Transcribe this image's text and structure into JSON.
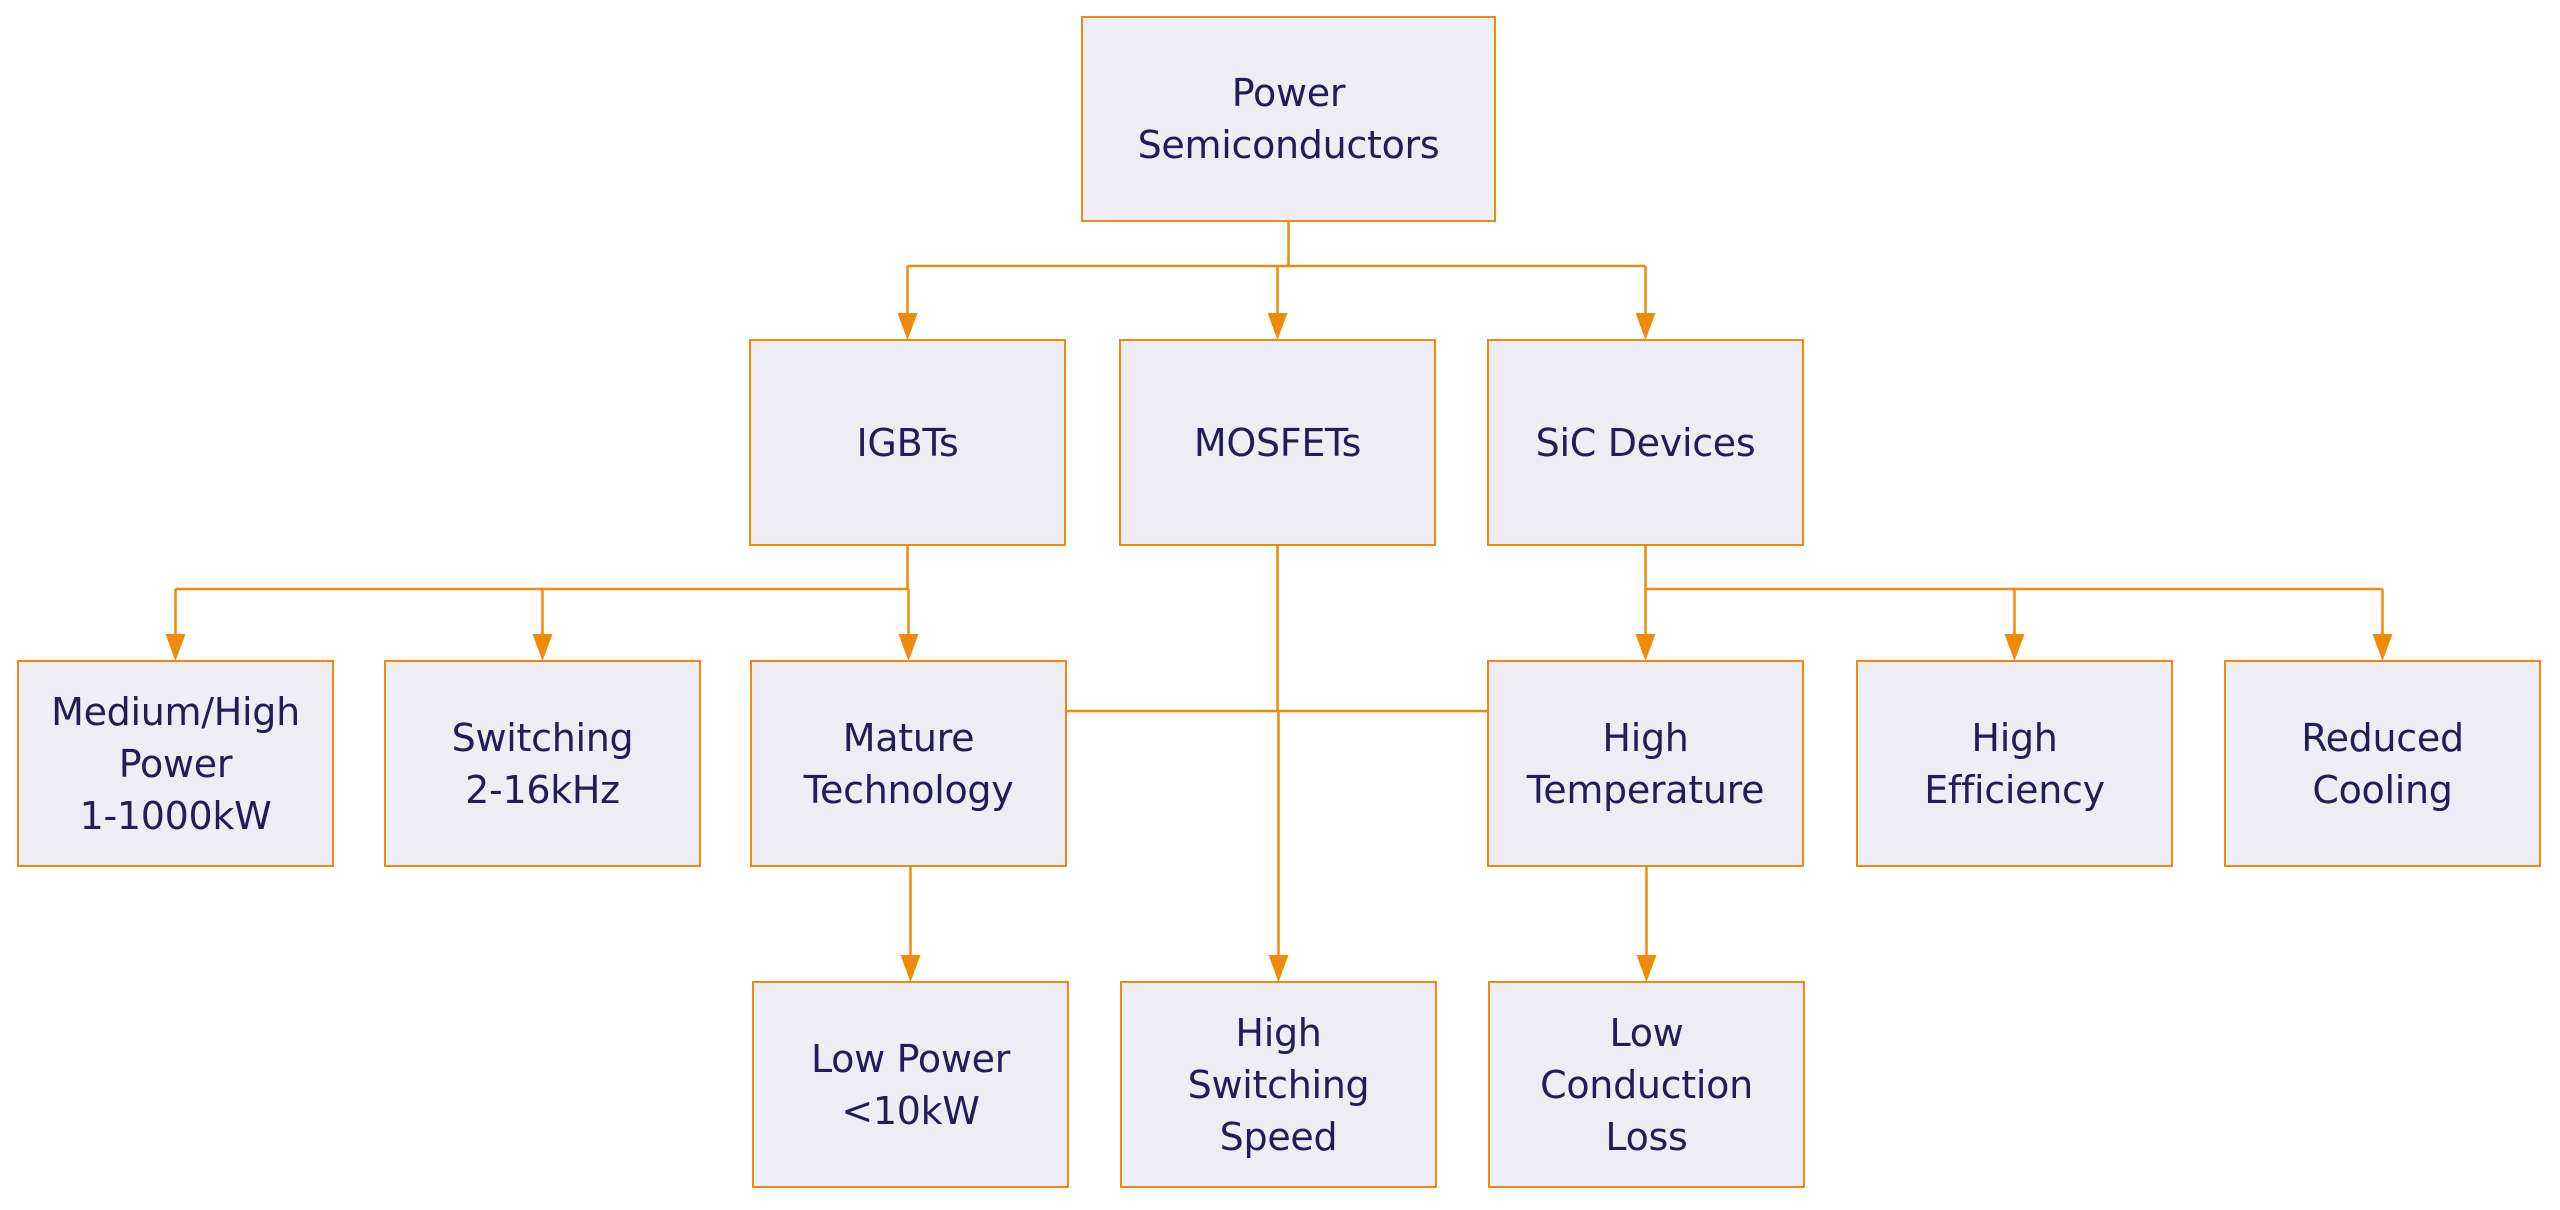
{
  "diagram": {
    "title": "Power Semiconductors",
    "colors": {
      "edge": "#F08A0C",
      "node_fill": "#EEEDF5",
      "node_border": "#F08A0C",
      "text": "#221E55"
    },
    "nodes": [
      {
        "id": "root",
        "label": "Power\nSemiconductors",
        "level": 0
      },
      {
        "id": "igbts",
        "label": "IGBTs",
        "level": 1,
        "parent": "root"
      },
      {
        "id": "mosfets",
        "label": "MOSFETs",
        "level": 1,
        "parent": "root"
      },
      {
        "id": "sic",
        "label": "SiC Devices",
        "level": 1,
        "parent": "root"
      },
      {
        "id": "igbt-power",
        "label": "Medium/High\nPower\n1-1000kW",
        "level": 2,
        "parent": "igbts"
      },
      {
        "id": "igbt-switching",
        "label": "Switching\n2-16kHz",
        "level": 2,
        "parent": "igbts"
      },
      {
        "id": "igbt-mature",
        "label": "Mature\nTechnology",
        "level": 2,
        "parent": "igbts"
      },
      {
        "id": "sic-temp",
        "label": "High\nTemperature",
        "level": 2,
        "parent": "sic"
      },
      {
        "id": "sic-eff",
        "label": "High\nEfficiency",
        "level": 2,
        "parent": "sic"
      },
      {
        "id": "sic-cooling",
        "label": "Reduced\nCooling",
        "level": 2,
        "parent": "sic"
      },
      {
        "id": "mos-power",
        "label": "Low Power\n<10kW",
        "level": 3,
        "parent": "mosfets"
      },
      {
        "id": "mos-speed",
        "label": "High\nSwitching\nSpeed",
        "level": 3,
        "parent": "mosfets"
      },
      {
        "id": "mos-loss",
        "label": "Low\nConduction\nLoss",
        "level": 3,
        "parent": "mosfets"
      }
    ],
    "edges": [
      {
        "from": "root",
        "to": "igbts"
      },
      {
        "from": "root",
        "to": "mosfets"
      },
      {
        "from": "root",
        "to": "sic"
      },
      {
        "from": "igbts",
        "to": "igbt-power"
      },
      {
        "from": "igbts",
        "to": "igbt-switching"
      },
      {
        "from": "igbts",
        "to": "igbt-mature"
      },
      {
        "from": "sic",
        "to": "sic-temp"
      },
      {
        "from": "sic",
        "to": "sic-eff"
      },
      {
        "from": "sic",
        "to": "sic-cooling"
      },
      {
        "from": "mosfets",
        "to": "mos-power"
      },
      {
        "from": "mosfets",
        "to": "mos-speed"
      },
      {
        "from": "mosfets",
        "to": "mos-loss"
      }
    ]
  }
}
